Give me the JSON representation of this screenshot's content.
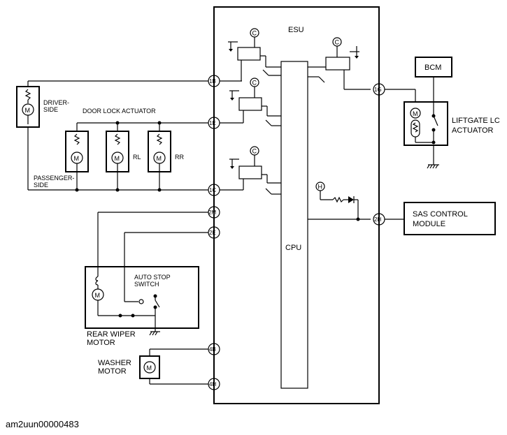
{
  "diagram": {
    "esu_label": "ESU",
    "cpu_label": "CPU",
    "bcm_label": "BCM",
    "sas_label_line1": "SAS CONTROL",
    "sas_label_line2": "MODULE",
    "liftgate_line1": "LIFTGATE LC",
    "liftgate_line2": "ACTUATOR",
    "driver_side_line1": "DRIVER-",
    "driver_side_line2": "SIDE",
    "passenger_side_line1": "PASSENGER-",
    "passenger_side_line2": "SIDE",
    "door_lock_actuator": "DOOR LOCK ACTUATOR",
    "rl_label": "RL",
    "rr_label": "RR",
    "auto_stop_line1": "AUTO STOP",
    "auto_stop_line2": "SWITCH",
    "rear_wiper_line1": "REAR WIPER",
    "rear_wiper_line2": "MOTOR",
    "washer_line1": "WASHER",
    "washer_line2": "MOTOR",
    "motor_symbol": "M",
    "ref_c": "C",
    "ref_h": "H",
    "pins": {
      "p1b": "1B",
      "p1e": "1E",
      "p1c": "1C",
      "p2m": "2M",
      "p2e": "2E",
      "p4b": "4B",
      "p4h": "4H",
      "p1g": "1G",
      "p2h": "2H"
    }
  },
  "footer": {
    "code": "am2uun00000483"
  }
}
